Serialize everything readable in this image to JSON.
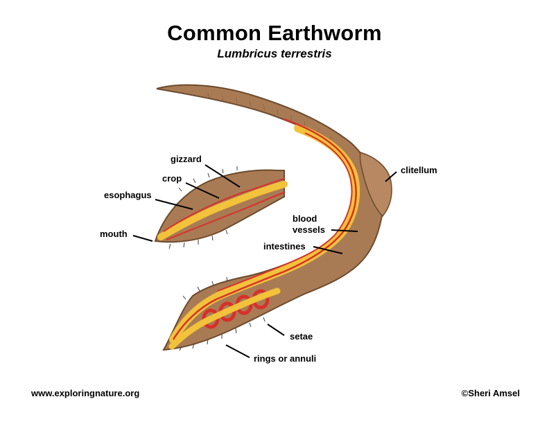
{
  "header": {
    "title": "Common Earthworm",
    "subtitle": "Lumbricus terrestris"
  },
  "labels": {
    "gizzard": "gizzard",
    "crop": "crop",
    "esophagus": "esophagus",
    "mouth": "mouth",
    "blood_vessels_line1": "blood",
    "blood_vessels_line2": "vessels",
    "intestines": "intestines",
    "clitellum": "clitellum",
    "setae": "setae",
    "rings": "rings or annuli"
  },
  "footer": {
    "website": "www.exploringnature.org",
    "credit": "©Sheri Amsel"
  },
  "colors": {
    "body_skin": "#a97b55",
    "body_outline": "#6b4a2c",
    "gut": "#f2c23a",
    "blood_vessel": "#d8302a",
    "setae": "#3a3a3a"
  }
}
